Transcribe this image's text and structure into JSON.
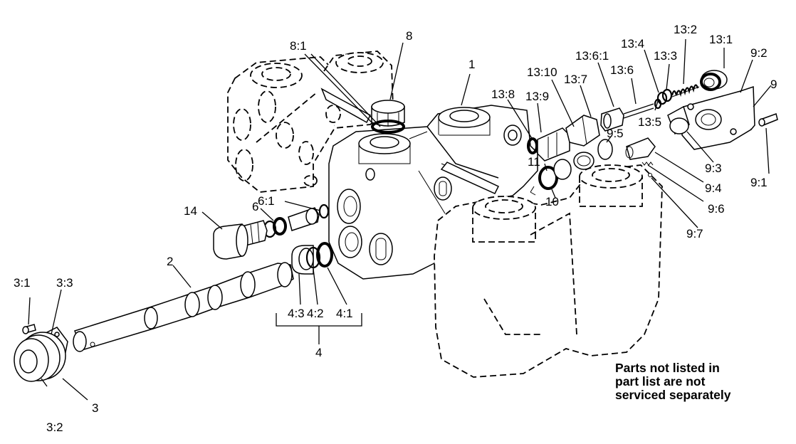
{
  "labels": {
    "p1": "1",
    "p2": "2",
    "p3": "3",
    "p3_1": "3:1",
    "p3_2": "3:2",
    "p3_3": "3:3",
    "p4": "4",
    "p4_1": "4:1",
    "p4_2": "4:2",
    "p4_3": "4:3",
    "p6": "6",
    "p6_1": "6:1",
    "p8": "8",
    "p8_1": "8:1",
    "p9": "9",
    "p9_1": "9:1",
    "p9_2": "9:2",
    "p9_3": "9:3",
    "p9_4": "9:4",
    "p9_5": "9:5",
    "p9_6": "9:6",
    "p9_7": "9:7",
    "p10": "10",
    "p11": "11",
    "p13_1": "13:1",
    "p13_2": "13:2",
    "p13_3": "13:3",
    "p13_4": "13:4",
    "p13_5": "13:5",
    "p13_6": "13:6",
    "p13_6_1": "13:6:1",
    "p13_7": "13:7",
    "p13_8": "13:8",
    "p13_9": "13:9",
    "p13_10": "13:10",
    "p14": "14"
  },
  "note": {
    "line1": "Parts not listed in",
    "line2": "part list are not",
    "line3": "serviced separately"
  }
}
